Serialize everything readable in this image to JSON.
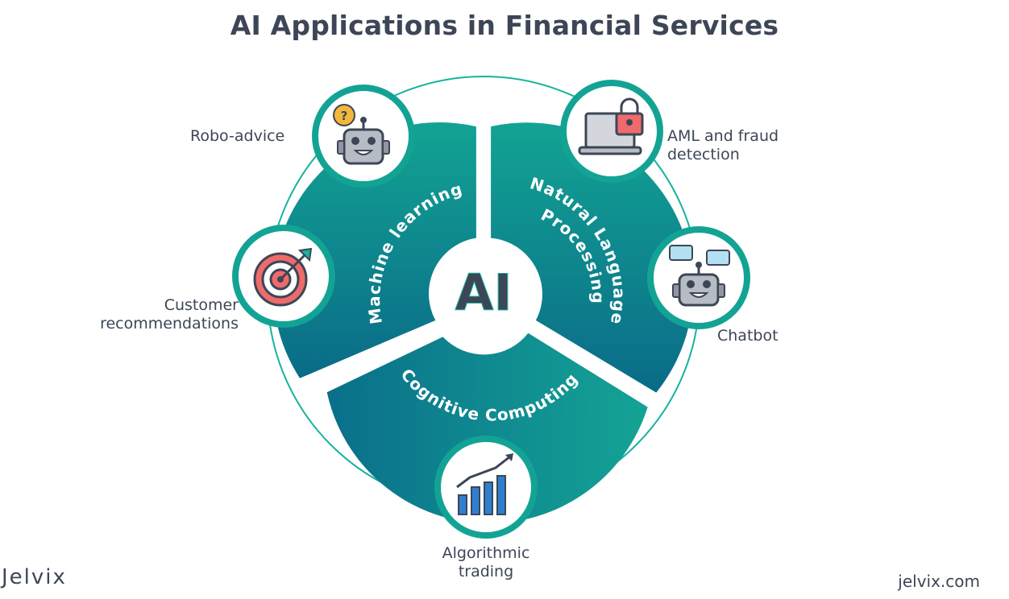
{
  "title": "AI Applications in Financial Services",
  "center_label": "AI",
  "segments": [
    {
      "label": "Machine learning"
    },
    {
      "label_line1": "Natural Language",
      "label_line2": "Processing"
    },
    {
      "label": "Cognitive Computing"
    }
  ],
  "applications": [
    {
      "label": "Robo-advice",
      "icon": "robot-question-icon"
    },
    {
      "label_line1": "AML and fraud",
      "label_line2": "detection",
      "icon": "laptop-lock-icon"
    },
    {
      "label_line1": "Customer",
      "label_line2": "recommendations",
      "icon": "target-dart-icon"
    },
    {
      "label": "Chatbot",
      "icon": "chatbot-icon"
    },
    {
      "label_line1": "Algorithmic",
      "label_line2": "trading",
      "icon": "bar-chart-trend-icon"
    }
  ],
  "brand_left": "Jelvix",
  "brand_right": "jelvix.com",
  "colors": {
    "teal": "#13a394",
    "teal_dark": "#0a6d8a",
    "ring": "#17b39f",
    "text": "#3d4656"
  }
}
